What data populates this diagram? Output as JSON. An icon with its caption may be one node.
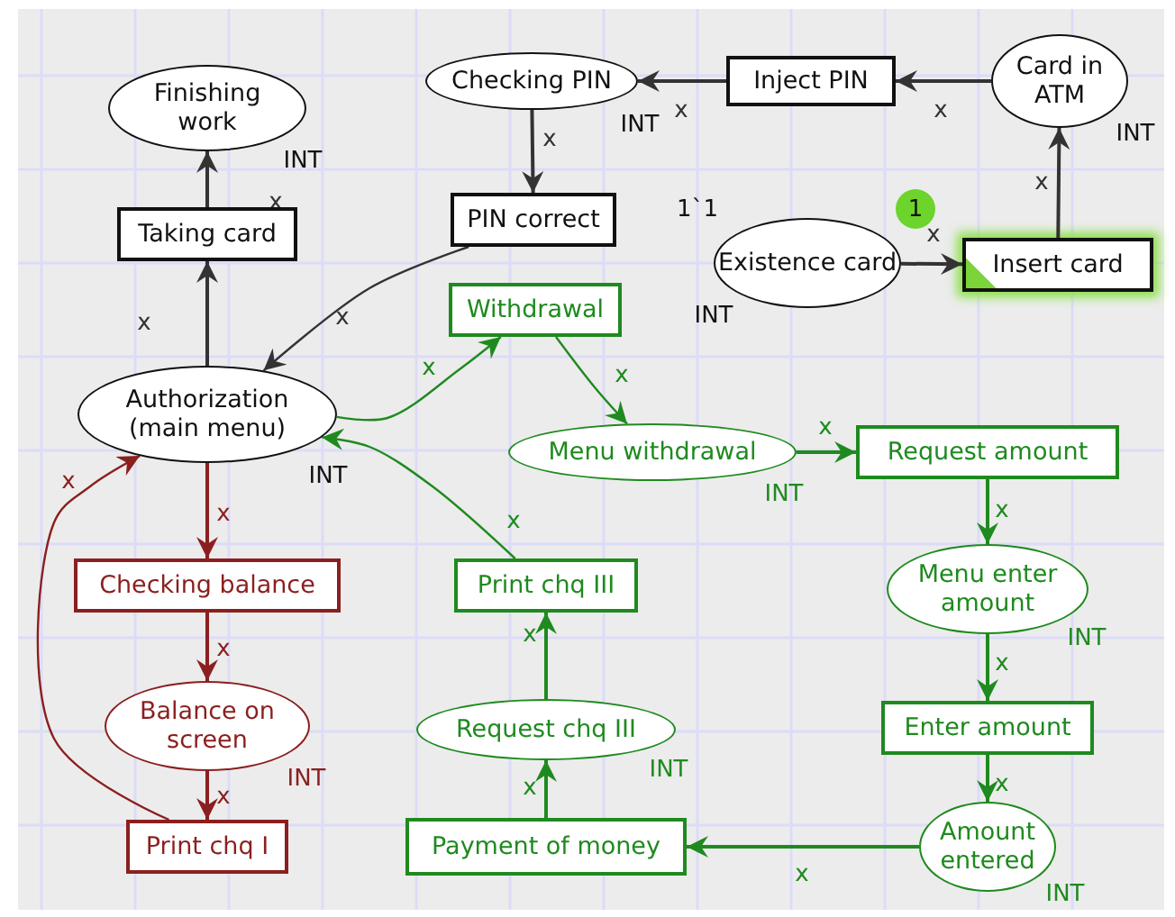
{
  "diagram": {
    "nodes": [
      {
        "text": [
          "Finishing work"
        ],
        "beside": [
          "INT"
        ]
      },
      {
        "text": [
          "Checking PIN"
        ],
        "beside": [
          "INT"
        ]
      },
      {
        "text": [
          "Inject PIN"
        ]
      },
      {
        "text": [
          "Card in ATM"
        ],
        "beside": [
          "INT"
        ]
      },
      {
        "text": [
          "Taking card"
        ]
      },
      {
        "text": [
          "PIN correct"
        ]
      },
      {
        "text": [
          "Existence card"
        ],
        "beside": [
          "1`1",
          "1",
          "INT"
        ]
      },
      {
        "text": [
          "Insert card"
        ]
      },
      {
        "text": [
          "Withdrawal"
        ]
      },
      {
        "text": [
          "Authorization (main menu)"
        ],
        "beside": [
          "INT"
        ]
      },
      {
        "text": [
          "Menu withdrawal"
        ],
        "beside": [
          "INT"
        ]
      },
      {
        "text": [
          "Request amount"
        ]
      },
      {
        "text": [
          "Checking balance"
        ]
      },
      {
        "text": [
          "Print chq III"
        ]
      },
      {
        "text": [
          "Menu enter amount"
        ],
        "beside": [
          "INT"
        ]
      },
      {
        "text": [
          "Balance on screen"
        ],
        "beside": [
          "INT"
        ]
      },
      {
        "text": [
          "Request chq III"
        ],
        "beside": [
          "INT"
        ]
      },
      {
        "text": [
          "Enter amount"
        ]
      },
      {
        "text": [
          "Print chq I"
        ]
      },
      {
        "text": [
          "Payment of money"
        ]
      },
      {
        "text": [
          "Amount entered"
        ],
        "beside": [
          "INT"
        ]
      }
    ],
    "edges": [
      {
        "from": 3,
        "to": 2,
        "arrow": "to",
        "label": "x",
        "color": "#333333"
      },
      {
        "from": 2,
        "to": 1,
        "arrow": "to",
        "label": "x",
        "color": "#333333"
      },
      {
        "from": 1,
        "to": 5,
        "arrow": "to",
        "label": "x",
        "color": "#333333"
      },
      {
        "from": 5,
        "to": 9,
        "arrow": "to",
        "label": "x",
        "color": "#333333"
      },
      {
        "from": 9,
        "to": 4,
        "arrow": "to",
        "label": "x",
        "color": "#333333"
      },
      {
        "from": 4,
        "to": 0,
        "arrow": "to",
        "label": "x",
        "color": "#333333"
      },
      {
        "from": 6,
        "to": 7,
        "arrow": "to",
        "label": "x",
        "color": "#333333"
      },
      {
        "from": 7,
        "to": 3,
        "arrow": "to",
        "label": "x",
        "color": "#333333"
      },
      {
        "from": 9,
        "to": 8,
        "arrow": "to",
        "label": "x"
      },
      {
        "from": 8,
        "to": 10,
        "arrow": "to",
        "label": "x"
      },
      {
        "from": 10,
        "to": 11,
        "arrow": "to",
        "label": "x"
      },
      {
        "from": 11,
        "to": 14,
        "arrow": "to",
        "label": "x"
      },
      {
        "from": 14,
        "to": 17,
        "arrow": "to",
        "label": "x"
      },
      {
        "from": 17,
        "to": 20,
        "arrow": "to",
        "label": "x"
      },
      {
        "from": 20,
        "to": 19,
        "arrow": "to",
        "label": "x"
      },
      {
        "from": 19,
        "to": 16,
        "arrow": "to",
        "label": "x"
      },
      {
        "from": 16,
        "to": 13,
        "arrow": "to",
        "label": "x"
      },
      {
        "from": 13,
        "to": 9,
        "arrow": "to",
        "label": "x"
      },
      {
        "from": 9,
        "to": 12,
        "arrow": "to",
        "label": "x",
        "color": "#8b1f1f"
      },
      {
        "from": 12,
        "to": 15,
        "arrow": "to",
        "label": "x",
        "color": "#8b1f1f"
      },
      {
        "from": 15,
        "to": 18,
        "arrow": "to",
        "label": "x",
        "color": "#8b1f1f"
      },
      {
        "from": 18,
        "to": 9,
        "arrow": "to",
        "label": "x",
        "color": "#8b1f1f"
      }
    ]
  }
}
